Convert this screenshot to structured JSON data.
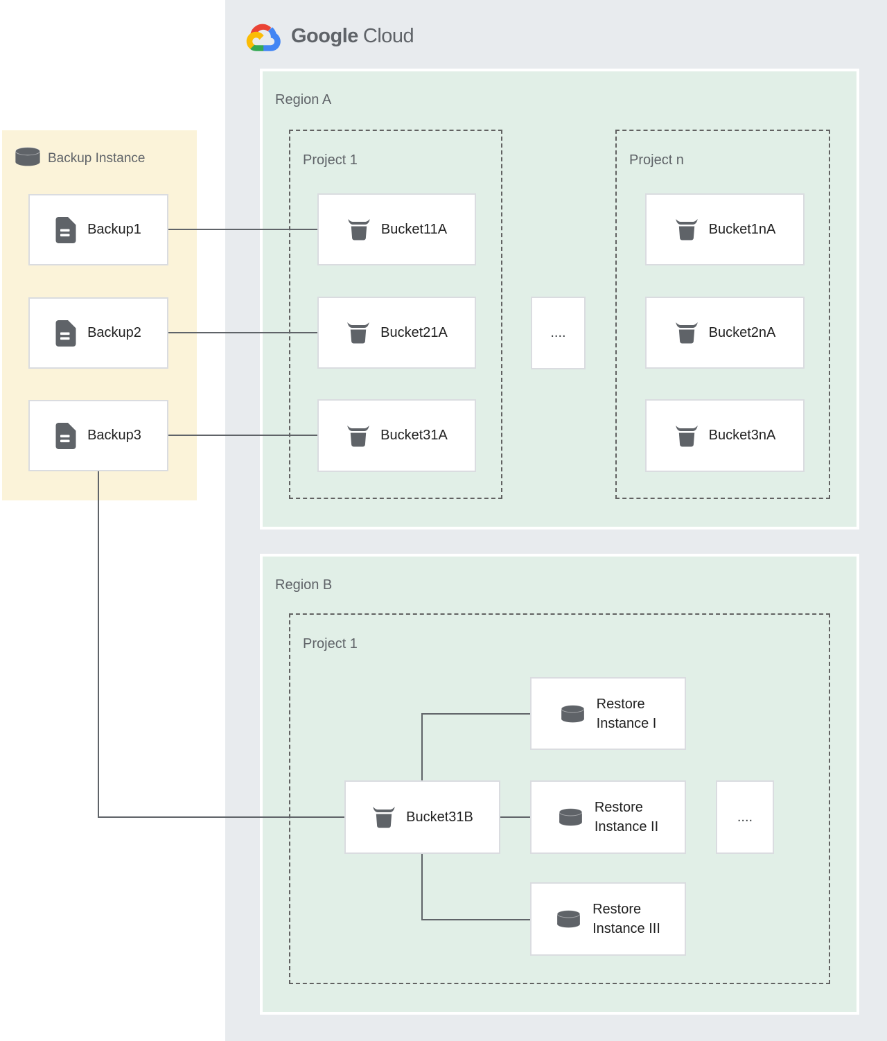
{
  "logo": {
    "brand": "Google",
    "product": "Cloud"
  },
  "palette": {
    "panel_gray": "#E8EBEE",
    "region_green": "#E1EFE7",
    "backup_yellow": "#FBF3D9",
    "node_border": "#DADCE0",
    "connector_gray": "#5F6368",
    "label_gray": "#5F6368",
    "text_dark": "#212121",
    "logo_red": "#EA4335",
    "logo_blue": "#4285F4",
    "logo_green": "#34A853",
    "logo_yellow": "#FBBC05"
  },
  "backup_panel": {
    "title": "Backup Instance",
    "backups": [
      {
        "label": "Backup1"
      },
      {
        "label": "Backup2"
      },
      {
        "label": "Backup3"
      }
    ]
  },
  "region_a": {
    "label": "Region A",
    "project_1": {
      "label": "Project 1",
      "buckets": [
        {
          "label": "Bucket11A"
        },
        {
          "label": "Bucket21A"
        },
        {
          "label": "Bucket31A"
        }
      ]
    },
    "project_n": {
      "label": "Project n",
      "buckets": [
        {
          "label": "Bucket1nA"
        },
        {
          "label": "Bucket2nA"
        },
        {
          "label": "Bucket3nA"
        }
      ]
    },
    "ellipsis": "...."
  },
  "region_b": {
    "label": "Region B",
    "project_1": {
      "label": "Project 1",
      "bucket": {
        "label": "Bucket31B"
      },
      "restore_instances": [
        {
          "lines": [
            "Restore",
            "Instance I"
          ]
        },
        {
          "lines": [
            "Restore",
            "Instance II"
          ]
        },
        {
          "lines": [
            "Restore",
            "Instance III"
          ]
        }
      ],
      "ellipsis": "...."
    }
  }
}
